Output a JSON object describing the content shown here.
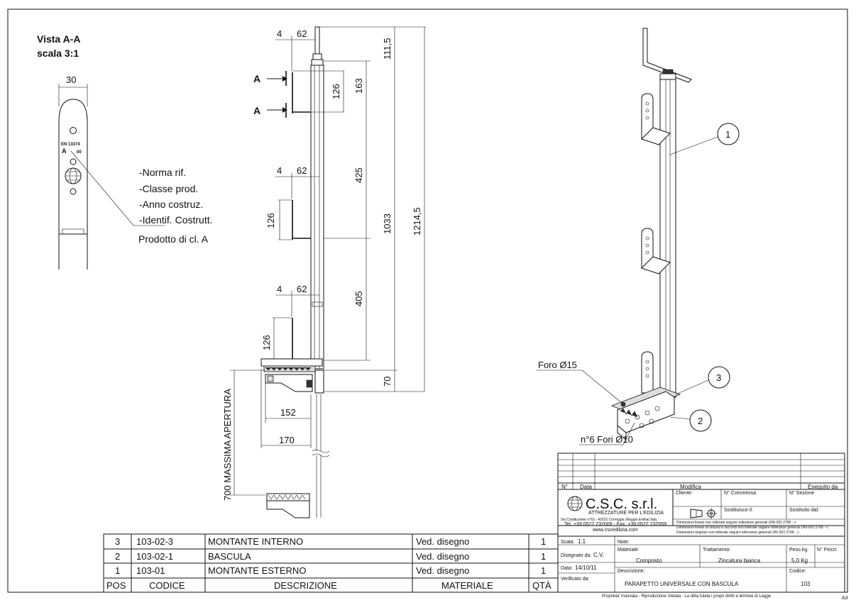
{
  "view": {
    "title_line1": "Vista A-A",
    "title_line2": "scala 3:1",
    "width_dim": "30",
    "plate_text1": "EN  13374",
    "plate_text2": "A",
    "plate_text3": "00"
  },
  "legend": {
    "items": [
      "-Norma rif.",
      "-Classe prod.",
      "-Anno costruz.",
      "-Identif. Costrutt."
    ],
    "product": "Prodotto di cl. A"
  },
  "section_marks": [
    "A",
    "A"
  ],
  "dims": {
    "d4": "4",
    "d62": "62",
    "d111": "111,5",
    "d163": "163",
    "d126": "126",
    "d425": "425",
    "d1033": "1033",
    "d1214": "1214,5",
    "d405": "405",
    "d70": "70",
    "d152": "152",
    "d170": "170",
    "d700": "700 MASSIMA APERTURA"
  },
  "callouts": {
    "foro15": "Foro Ø15",
    "fori10": "n°6 Fori Ø10",
    "b1": "1",
    "b2": "2",
    "b3": "3"
  },
  "bom": {
    "headers": [
      "POS",
      "CODICE",
      "DESCRIZIONE",
      "MATERIALE",
      "QTÀ"
    ],
    "rows": [
      [
        "3",
        "103-02-3",
        "MONTANTE INTERNO",
        "Ved. disegno",
        "1"
      ],
      [
        "2",
        "103-02-1",
        "BASCULA",
        "Ved. disegno",
        "1"
      ],
      [
        "1",
        "103-01",
        "MONTANTE ESTERNO",
        "Ved. disegno",
        "1"
      ]
    ]
  },
  "titleblock": {
    "rev_no": "N°",
    "rev_data": "Data",
    "rev_modifica": "Modifica",
    "rev_eseguito": "Eseguito da",
    "company": "C.S.C. s.r.l.",
    "company_sub": "ATTREZZATURE PER L'EDILIZIA",
    "addr1": "Via Costituzione n°63 - 42015 Correggio (Reggio Emilia) Italy",
    "addr2": "Tel. +39 0522 732009 - Fax. +39 0522 732059",
    "addr3": "www.cscedilizia.com",
    "cliente": "Cliente:",
    "commessa": "N° Commessa",
    "sezione": "N° Sezione",
    "sostituisce": "Sostituisce il:",
    "sostituito": "Sostituito dal:",
    "note1": "Dimensioni lineari non tollerate seguire tolleranze generali UNI-ISO 2768 - v",
    "note2": "Dimensioni lineari di smussi e raccordi non tollerate seguire tolleranze generali UNI-ISO 2768 - v",
    "note3": "Dimensioni angolari non tollerate seguire tolleranze generali UNI-ISO 2768 - v",
    "scala_label": "Scala:",
    "scala_val": "1:1",
    "note_label": "Note:",
    "disegnato_label": "Disegnato da:",
    "disegnato_val": "C.V.",
    "materiale_label": "Materiale:",
    "materiale_val": "Composto",
    "trattamento_label": "Trattamento:",
    "trattamento_val": "Zincatura bianca",
    "peso_label": "Peso kg.",
    "peso_val": "5,0 Kg",
    "pezzi_label": "N° Pezzi:",
    "data_label": "Data:",
    "data_val": "14/10/11",
    "verificato_label": "Verificato da:",
    "descrizione_label": "Descrizione:",
    "descrizione_val": "PARAPETTO UNIVERSALE CON BASCULA",
    "codice_label": "Codice:",
    "codice_val": "103",
    "footer": "Proprieta' riservata - Riproduzione Vietata - La ditta tutela i propri diritti a termine di Legge",
    "format": "A3"
  }
}
